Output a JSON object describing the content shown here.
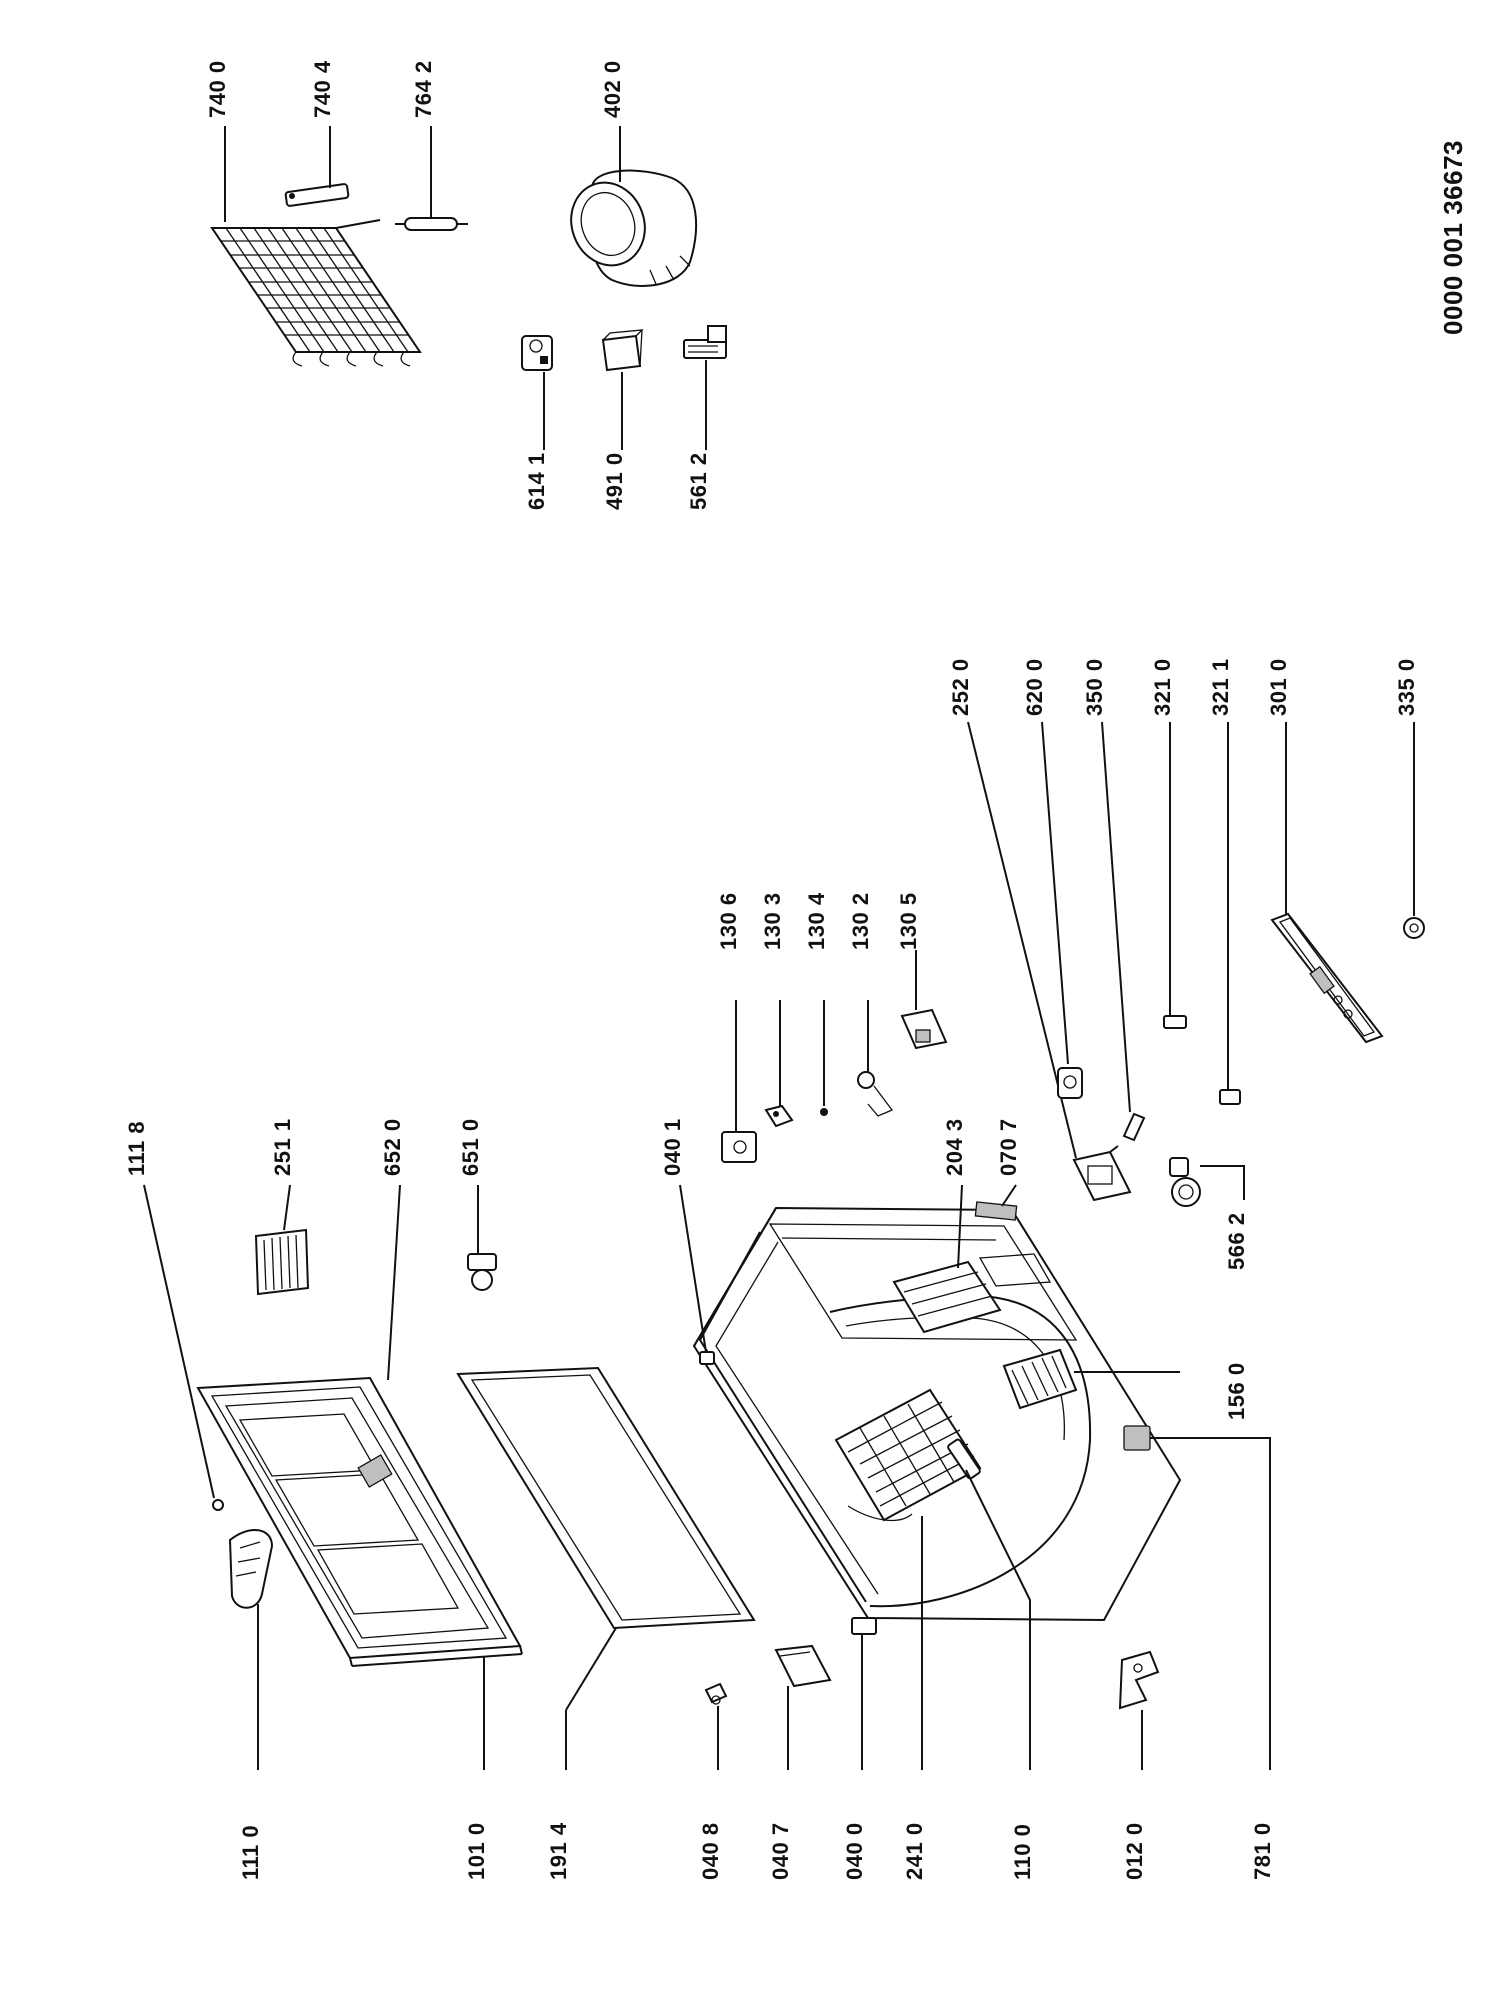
{
  "document_number": "0000 001 36673",
  "callouts": {
    "p7400": "740 0",
    "p7404": "740 4",
    "p7642": "764 2",
    "p4020": "402 0",
    "p6141": "614 1",
    "p4910": "491 0",
    "p5612": "561 2",
    "p1118": "111 8",
    "p2511": "251 1",
    "p6520": "652 0",
    "p6510": "651 0",
    "p0401": "040 1",
    "p1306": "130 6",
    "p1303": "130 3",
    "p1304": "130 4",
    "p1302": "130 2",
    "p1305": "130 5",
    "p2043": "204 3",
    "p0707": "070 7",
    "p2520": "252 0",
    "p6200": "620 0",
    "p3500": "350 0",
    "p3210": "321 0",
    "p3211": "321 1",
    "p3010": "301 0",
    "p3350": "335 0",
    "p5662": "566 2",
    "p1560": "156 0",
    "p1110": "111 0",
    "p1010": "101 0",
    "p1914": "191 4",
    "p0408": "040 8",
    "p0407": "040 7",
    "p0400": "040 0",
    "p2410": "241 0",
    "p1100": "110 0",
    "p0120": "012 0",
    "p7810": "781 0"
  }
}
